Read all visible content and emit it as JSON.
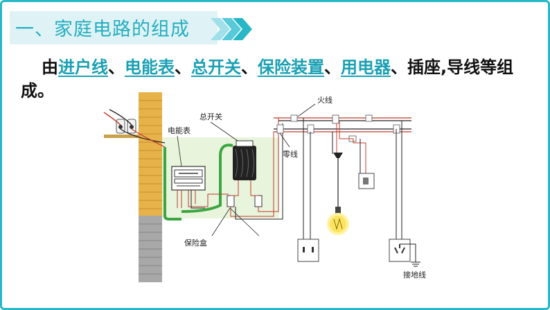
{
  "title": "一、家庭电路的组成",
  "intro": {
    "lead": "由",
    "items": [
      {
        "term": "进户线",
        "sep": "、"
      },
      {
        "term": "电能表",
        "sep": "、"
      },
      {
        "term": "总开关",
        "sep": "、"
      },
      {
        "term": "保险装置",
        "sep": "、"
      },
      {
        "term": "用电器",
        "sep": "、"
      }
    ],
    "tail": "插座,导线等组成。"
  },
  "diagram_labels": {
    "main_switch": "总开关",
    "meter": "电能表",
    "live_wire": "火线",
    "neutral_wire": "零线",
    "fuse_box": "保险盒",
    "ground_wire": "接地线"
  },
  "colors": {
    "accent": "#27b7c6",
    "title_text": "#26aebf",
    "term_text": "#1aa0b3",
    "live_wire": "#c0392b",
    "ground_wire": "#3aa640",
    "wall": "#e8b24a"
  }
}
